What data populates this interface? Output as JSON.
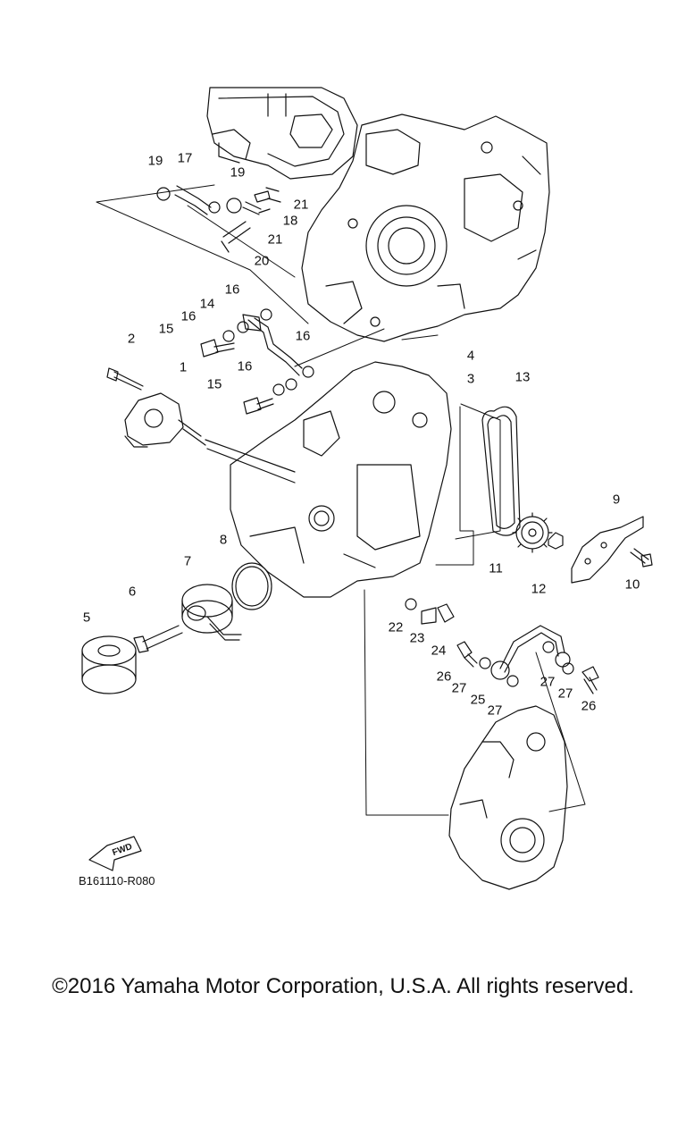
{
  "diagram": {
    "drawing_code": "B161110-R080",
    "fwd_label": "FWD",
    "copyright": "©2016 Yamaha Motor Corporation, U.S.A. All rights reserved.",
    "callouts": [
      {
        "id": "c19a",
        "text": "19"
      },
      {
        "id": "c17",
        "text": "17"
      },
      {
        "id": "c19b",
        "text": "19"
      },
      {
        "id": "c21a",
        "text": "21"
      },
      {
        "id": "c18",
        "text": "18"
      },
      {
        "id": "c21b",
        "text": "21"
      },
      {
        "id": "c20",
        "text": "20"
      },
      {
        "id": "c16a",
        "text": "16"
      },
      {
        "id": "c14",
        "text": "14"
      },
      {
        "id": "c16b",
        "text": "16"
      },
      {
        "id": "c15a",
        "text": "15"
      },
      {
        "id": "c2",
        "text": "2"
      },
      {
        "id": "c16c",
        "text": "16"
      },
      {
        "id": "c4",
        "text": "4"
      },
      {
        "id": "c16d",
        "text": "16"
      },
      {
        "id": "c3",
        "text": "3"
      },
      {
        "id": "c1",
        "text": "1"
      },
      {
        "id": "c15b",
        "text": "15"
      },
      {
        "id": "c13",
        "text": "13"
      },
      {
        "id": "c9",
        "text": "9"
      },
      {
        "id": "c8",
        "text": "8"
      },
      {
        "id": "c7",
        "text": "7"
      },
      {
        "id": "c11",
        "text": "11"
      },
      {
        "id": "c12",
        "text": "12"
      },
      {
        "id": "c10",
        "text": "10"
      },
      {
        "id": "c6",
        "text": "6"
      },
      {
        "id": "c5",
        "text": "5"
      },
      {
        "id": "c22",
        "text": "22"
      },
      {
        "id": "c23",
        "text": "23"
      },
      {
        "id": "c24",
        "text": "24"
      },
      {
        "id": "c26a",
        "text": "26"
      },
      {
        "id": "c27a",
        "text": "27"
      },
      {
        "id": "c25",
        "text": "25"
      },
      {
        "id": "c27b",
        "text": "27"
      },
      {
        "id": "c27c",
        "text": "27"
      },
      {
        "id": "c27d",
        "text": "27"
      },
      {
        "id": "c26b",
        "text": "26"
      }
    ]
  }
}
